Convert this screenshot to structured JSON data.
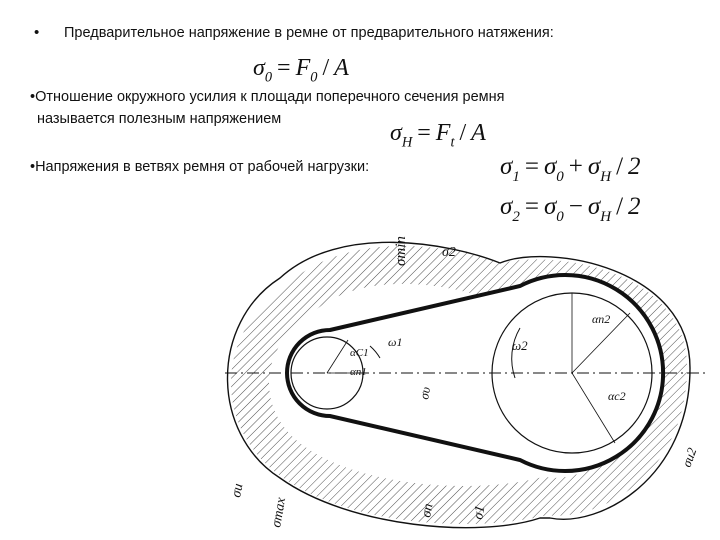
{
  "text": {
    "b1": "Предварительное напряжение в ремне от предварительного натяжения:",
    "b2_line1": "Отношение окружного усилия к площади поперечного сечения ремня",
    "b2_line2": "называется полезным напряжением",
    "b3": "Напряжения в ветвях ремня от рабочей нагрузки:"
  },
  "formulas": {
    "f1": {
      "lhs": "σ",
      "lhs_sub": "0",
      "rhs1": "F",
      "rhs1_sub": "0",
      "div": "/",
      "rhs2": "A"
    },
    "f2": {
      "lhs": "σ",
      "lhs_sub": "H",
      "rhs1": "F",
      "rhs1_sub": "t",
      "div": "/",
      "rhs2": "A"
    },
    "f3": {
      "lhs": "σ",
      "lhs_sub": "1",
      "rhs1": "σ",
      "rhs1_sub": "0",
      "op": "+",
      "rhs2": "σ",
      "rhs2_sub": "H",
      "div": "/",
      "rhs3": "2"
    },
    "f4": {
      "lhs": "σ",
      "lhs_sub": "2",
      "rhs1": "σ",
      "rhs1_sub": "0",
      "op": "−",
      "rhs2": "σ",
      "rhs2_sub": "H",
      "div": "/",
      "rhs3": "2"
    }
  },
  "diagram_labels": {
    "sigma_min": "σmin",
    "sigma_2": "σ2",
    "omega_1": "ω1",
    "omega_2": "ω2",
    "alpha_c1": "αC1",
    "alpha_n1": "αn1",
    "alpha_n2": "αn2",
    "alpha_c2": "αc2",
    "sigma_v_top": "συ",
    "sigma_u2": "σu2",
    "sigma_u": "σu",
    "sigma_max": "σmax",
    "sigma_n": "σn",
    "sigma_1": "σ1"
  }
}
